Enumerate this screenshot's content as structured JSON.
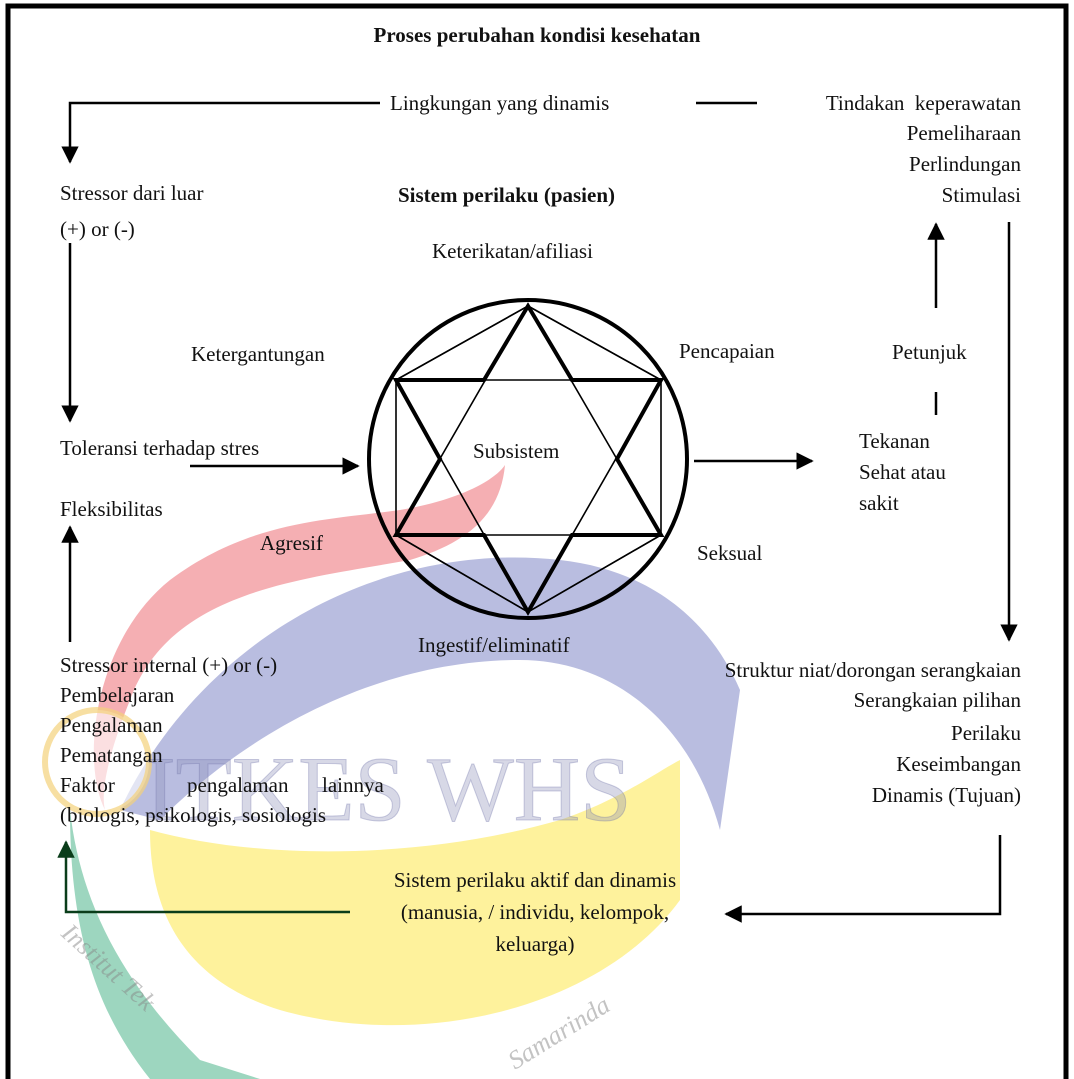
{
  "title": "Proses perubahan kondisi kesehatan",
  "center_title": "Sistem perilaku (pasien)",
  "subsystem_label": "Subsistem",
  "subsystems": {
    "top": "Keterikatan/afiliasi",
    "upper_left": "Ketergantungan",
    "upper_right": "Pencapaian",
    "lower_left": "Agresif",
    "lower_right": "Seksual",
    "bottom": "Ingestif/eliminatif"
  },
  "environment": "Lingkungan yang dinamis",
  "nursing_actions": [
    "Tindakan  keperawatan",
    "Pemeliharaan",
    "Perlindungan",
    "Stimulasi"
  ],
  "external_stressor": [
    "Stressor dari luar",
    "(+) or (-)"
  ],
  "tolerance": "Toleransi terhadap stres",
  "flexibility": "Fleksibilitas",
  "internal": {
    "line1": "Stressor internal (+) or (-)",
    "line2": "Pembelajaran",
    "line3": "Pengalaman",
    "line4": "Pematangan",
    "line5_parts": [
      "Faktor",
      "pengalaman",
      "lainnya"
    ],
    "line6": "(biologis, psikologis, sosiologis"
  },
  "guidance": "Petunjuk",
  "pressure": [
    "Tekanan",
    "Sehat atau",
    "sakit"
  ],
  "structure": [
    "Struktur niat/dorongan serangkaian",
    "Serangkaian pilihan",
    "Perilaku",
    "Keseimbangan",
    "Dinamis (Tujuan)"
  ],
  "active_system": [
    "Sistem perilaku aktif dan dinamis",
    "(manusia, / individu, kelompok,",
    "keluarga)"
  ],
  "watermark": {
    "text": "ITKES WHS",
    "arc_left": "Institut Tek",
    "arc_right": "Samarinda",
    "colors": {
      "red": "#ee7a80",
      "blue": "#7f86c6",
      "yellow": "#fde95a",
      "green": "#4cb48a"
    }
  }
}
